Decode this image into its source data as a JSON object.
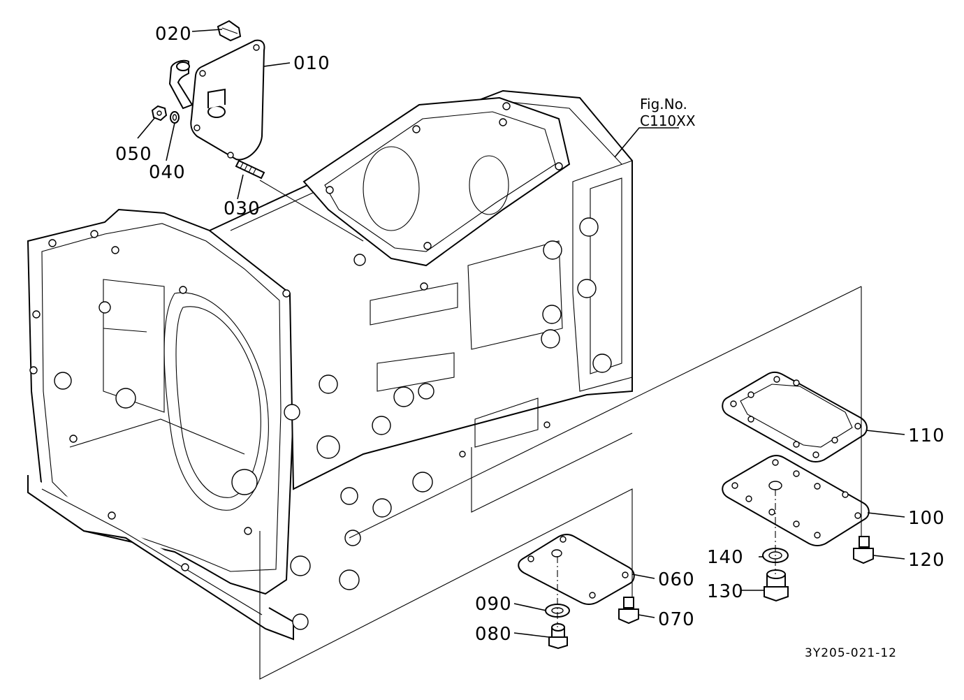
{
  "figure": {
    "ref_label_line1": "Fig.No.",
    "ref_label_line2": "C110XX",
    "drawing_code": "3Y205-021-12"
  },
  "callouts": {
    "p010": "010",
    "p020": "020",
    "p030": "030",
    "p040": "040",
    "p050": "050",
    "p060": "060",
    "p070": "070",
    "p080": "080",
    "p090": "090",
    "p100": "100",
    "p110": "110",
    "p120": "120",
    "p130": "130",
    "p140": "140"
  }
}
